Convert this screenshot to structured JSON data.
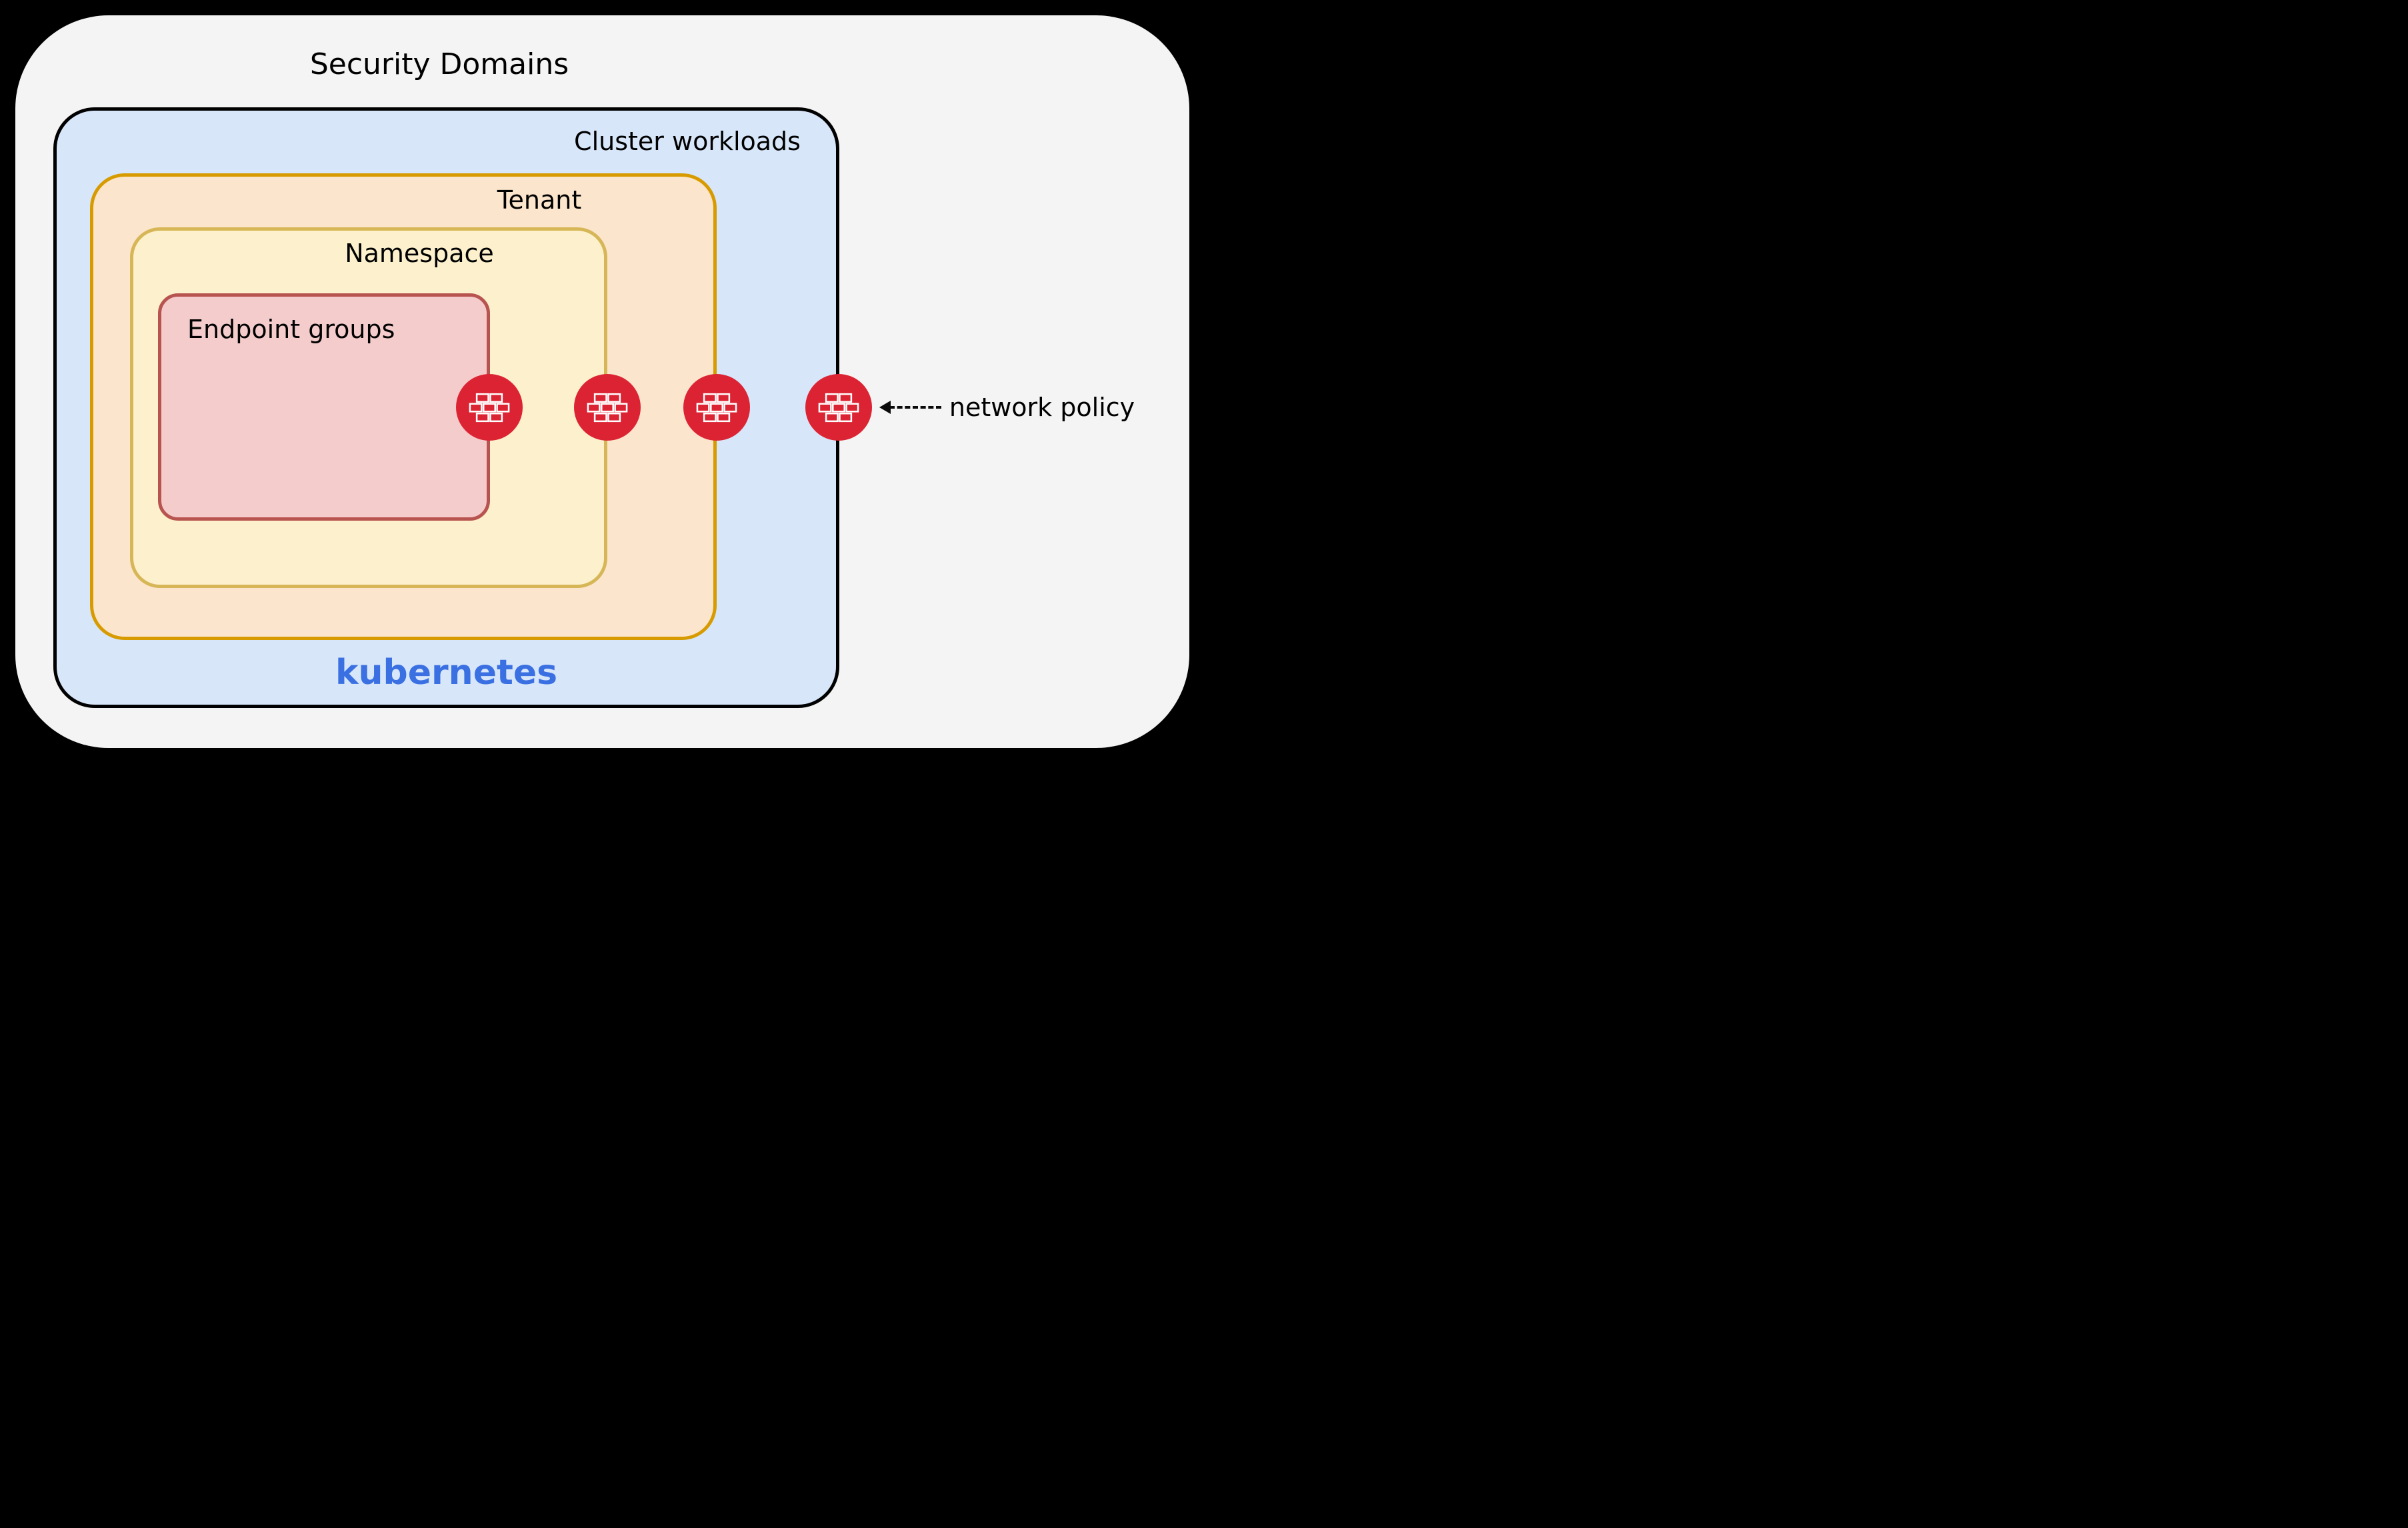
{
  "title": "Security Domains",
  "boxes": {
    "cluster": {
      "label": "Cluster workloads"
    },
    "tenant": {
      "label": "Tenant"
    },
    "namespace": {
      "label": "Namespace"
    },
    "endpoint_groups": {
      "label": "Endpoint groups"
    }
  },
  "kubernetes": {
    "label": "kubernetes"
  },
  "annotation": {
    "label": "network policy"
  },
  "firewall": {
    "icon": "firewall-brick-icon",
    "count": 4
  },
  "colors": {
    "canvas_bg": "#000000",
    "panel_bg": "#F4F4F4",
    "title_color": "#000000",
    "cluster_fill": "#D7E6F9",
    "cluster_border": "#000000",
    "tenant_fill": "#FCE5CD",
    "tenant_border": "#D79B00",
    "namespace_fill": "#FCF1CC",
    "namespace_border": "#D6B656",
    "endpoint_fill": "#F4CCCC",
    "endpoint_border": "#B85450",
    "firewall_red": "#DC2333",
    "kubernetes_blue": "#3A70E2"
  }
}
